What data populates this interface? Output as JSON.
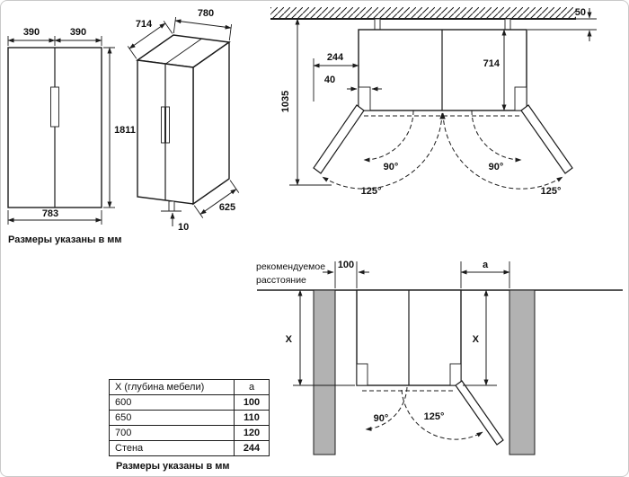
{
  "front_view": {
    "dim_width_left_half": "390",
    "dim_width_right_half": "390",
    "dim_height": "1811",
    "dim_width_total": "783",
    "note": "Размеры указаны в мм"
  },
  "perspective_view": {
    "dim_depth_top": "714",
    "dim_width_top": "780",
    "dim_depth_bottom": "625",
    "dim_foot_height": "10"
  },
  "plan_view": {
    "dim_wall_gap": "50",
    "dim_total_depth": "1035",
    "dim_side_clearance": "244",
    "dim_hinge_offset": "40",
    "dim_body_depth": "714",
    "angle_90_left": "90°",
    "angle_90_right": "90°",
    "angle_125_left": "125°",
    "angle_125_right": "125°"
  },
  "installation_view": {
    "recommended_line1": "рекомендуемое",
    "recommended_line2": "расстояние",
    "dim_left_gap": "100",
    "dim_right_gap": "а",
    "dim_depth_left": "X",
    "dim_depth_right": "X",
    "angle_90": "90°",
    "angle_125": "125°"
  },
  "table": {
    "header_col1": "X (глубина мебели)",
    "header_col2": "а",
    "rows": [
      {
        "x": "600",
        "a": "100"
      },
      {
        "x": "650",
        "a": "110"
      },
      {
        "x": "700",
        "a": "120"
      },
      {
        "x": "Стена",
        "a": "244"
      }
    ],
    "note": "Размеры указаны в мм"
  }
}
